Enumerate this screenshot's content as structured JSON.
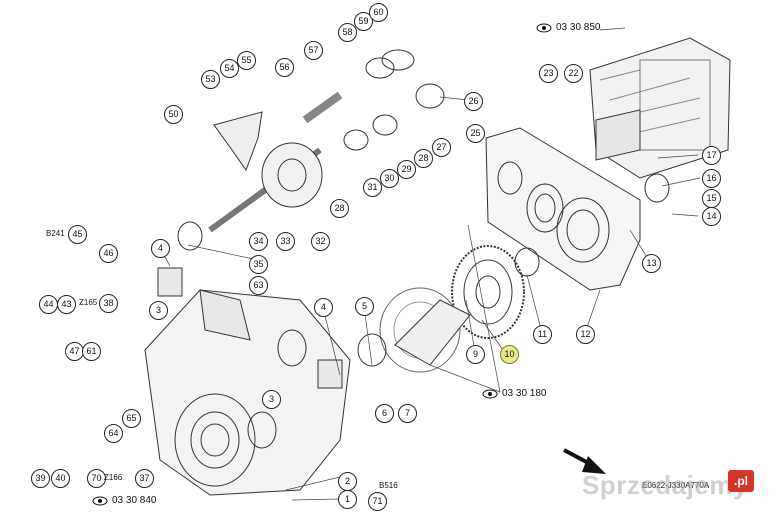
{
  "callouts": {
    "c1": "1",
    "c2": "2",
    "c3": "3",
    "c3b": "3",
    "c4": "4",
    "c4b": "4",
    "c5": "5",
    "c6": "6",
    "c7": "7",
    "c9": "9",
    "c10": "10",
    "c11": "11",
    "c12": "12",
    "c13": "13",
    "c14": "14",
    "c15": "15",
    "c16": "16",
    "c17": "17",
    "c22": "22",
    "c23": "23",
    "c25": "25",
    "c26": "26",
    "c27": "27",
    "c28": "28",
    "c28b": "28",
    "c29": "29",
    "c30": "30",
    "c31": "31",
    "c32": "32",
    "c33": "33",
    "c34": "34",
    "c35": "35",
    "c37": "37",
    "c38": "38",
    "c39": "39",
    "c40": "40",
    "c43": "43",
    "c44": "44",
    "c45": "45",
    "c46": "46",
    "c47": "47",
    "c50": "50",
    "c53": "53",
    "c54": "54",
    "c55": "55",
    "c56": "56",
    "c57": "57",
    "c58": "58",
    "c59": "59",
    "c60": "60",
    "c61": "61",
    "c63": "63",
    "c64": "64",
    "c65": "65",
    "c70": "70",
    "c71": "71"
  },
  "tags": {
    "b241": "B241",
    "z165": "Z165",
    "z166": "Z166",
    "b516": "B516"
  },
  "references": {
    "r850": "03 30 850",
    "r180": "03 30 180",
    "r840": "03 30 840"
  },
  "drawing_id": "E0622-J330A770A",
  "watermark": {
    "text": "Sprzedajemy",
    "suffix": ".pl"
  },
  "highlight_color": "#e8ea8a"
}
